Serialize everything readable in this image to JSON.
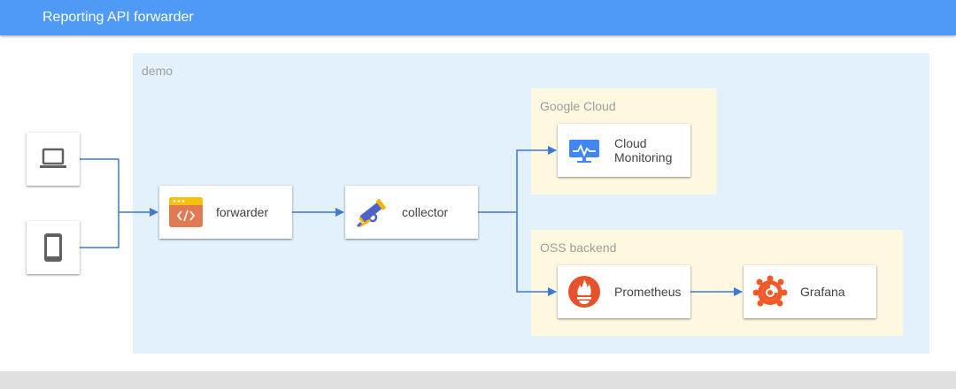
{
  "header": {
    "title": "Reporting API forwarder"
  },
  "zones": {
    "demo": "demo",
    "google_cloud": "Google Cloud",
    "oss_backend": "OSS backend"
  },
  "devices": {
    "laptop_icon": "laptop-icon",
    "phone_icon": "phone-icon"
  },
  "nodes": {
    "forwarder": {
      "label": "forwarder",
      "icon": "app-window-code-icon"
    },
    "collector": {
      "label": "collector",
      "icon": "telescope-icon"
    },
    "cloud_monitoring": {
      "label_line1": "Cloud",
      "label_line2": "Monitoring",
      "icon": "monitoring-icon"
    },
    "prometheus": {
      "label": "Prometheus",
      "icon": "prometheus-icon"
    },
    "grafana": {
      "label": "Grafana",
      "icon": "grafana-icon"
    }
  },
  "colors": {
    "header": "#4e9af5",
    "arrow": "#3c78d8",
    "demo_zone": "#e3f1fc",
    "cloud_zone": "#fef8e1",
    "prometheus": "#e6522c",
    "grafana": "#f05a28"
  }
}
